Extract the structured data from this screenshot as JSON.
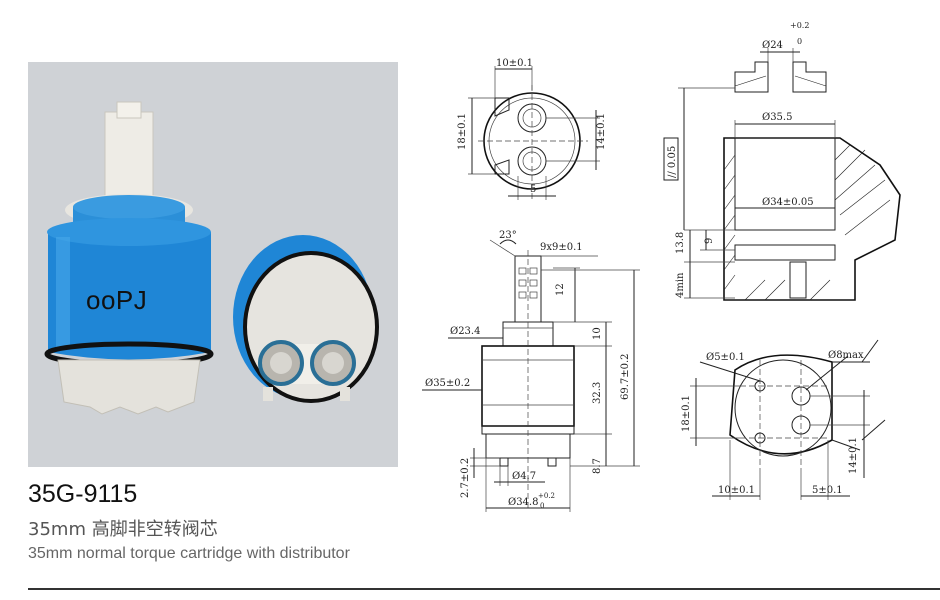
{
  "product": {
    "model": "35G-9115",
    "title_cn": "35mm 高脚非空转阀芯",
    "title_en": "35mm normal torque cartridge with distributor",
    "brand_mark": "ooPJ"
  },
  "colors": {
    "cartridge_blue": "#1f86d6",
    "photo_bg": "#cfd2d6",
    "ceramic": "#e6e4df"
  },
  "top_view": {
    "dim_width": "10±0.1",
    "dim_height_left": "18±0.1",
    "dim_height_right": "14±0.1",
    "dim_gap": "5"
  },
  "side_view": {
    "angle": "23°",
    "spline": "9x9±0.1",
    "stem_height": "12",
    "diam_top": "Ø23.4",
    "seg_10": "10",
    "diam_body": "Ø35±0.2",
    "body_height": "32.3",
    "total_height": "69.7±0.2",
    "foot_height": "8.7",
    "pin_height": "2.7±0.2",
    "pin_diam": "Ø4.7",
    "base_diam": "Ø34.8",
    "base_tol_upper": "+0.2",
    "base_tol_lower": "0"
  },
  "housing_section": {
    "seat_diam": "Ø24",
    "seat_tol_upper": "+0.2",
    "seat_tol_lower": "0",
    "bore_diam": "Ø35.5",
    "parallel": "// 0.05",
    "inner_diam": "Ø34±0.05",
    "dim_13_8": "13.8",
    "dim_9": "9",
    "dim_4min": "4min"
  },
  "seat_view": {
    "hole_diam": "Ø5±0.1",
    "port_diam": "Ø8max",
    "dim_height_left": "18±0.1",
    "dim_height_right": "14±0.1",
    "dim_width_left": "10±0.1",
    "dim_width_right": "5±0.1"
  }
}
